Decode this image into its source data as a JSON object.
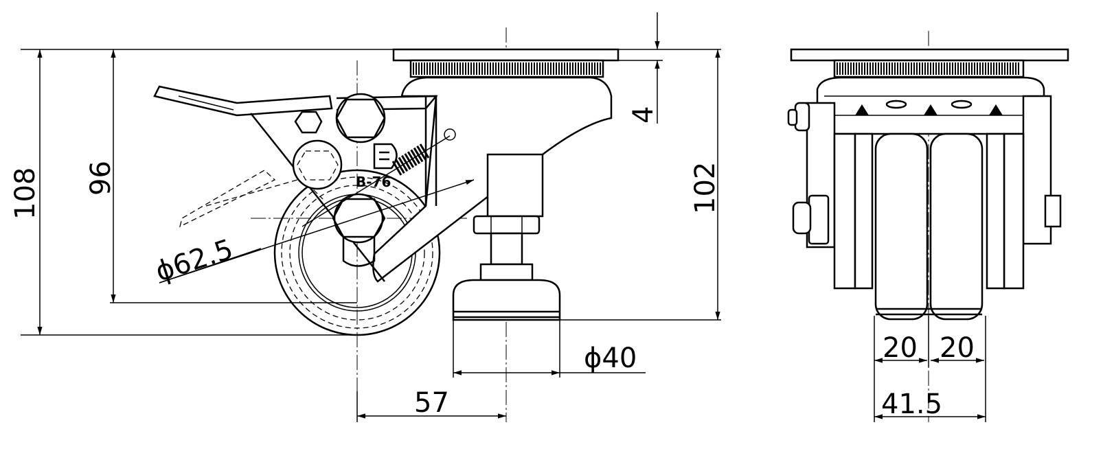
{
  "drawing": {
    "title": "Leveling caster technical drawing",
    "dimensions": {
      "overall_height": "108",
      "wheel_top_height": "96",
      "leveler_height": "102",
      "plate_thickness": "4",
      "wheel_diameter": "ϕ62.5",
      "pad_diameter": "ϕ40",
      "offset": "57",
      "wheel_width_left": "20",
      "wheel_width_right": "20",
      "total_wheel_width": "41.5"
    },
    "part_marking": "B-76"
  }
}
